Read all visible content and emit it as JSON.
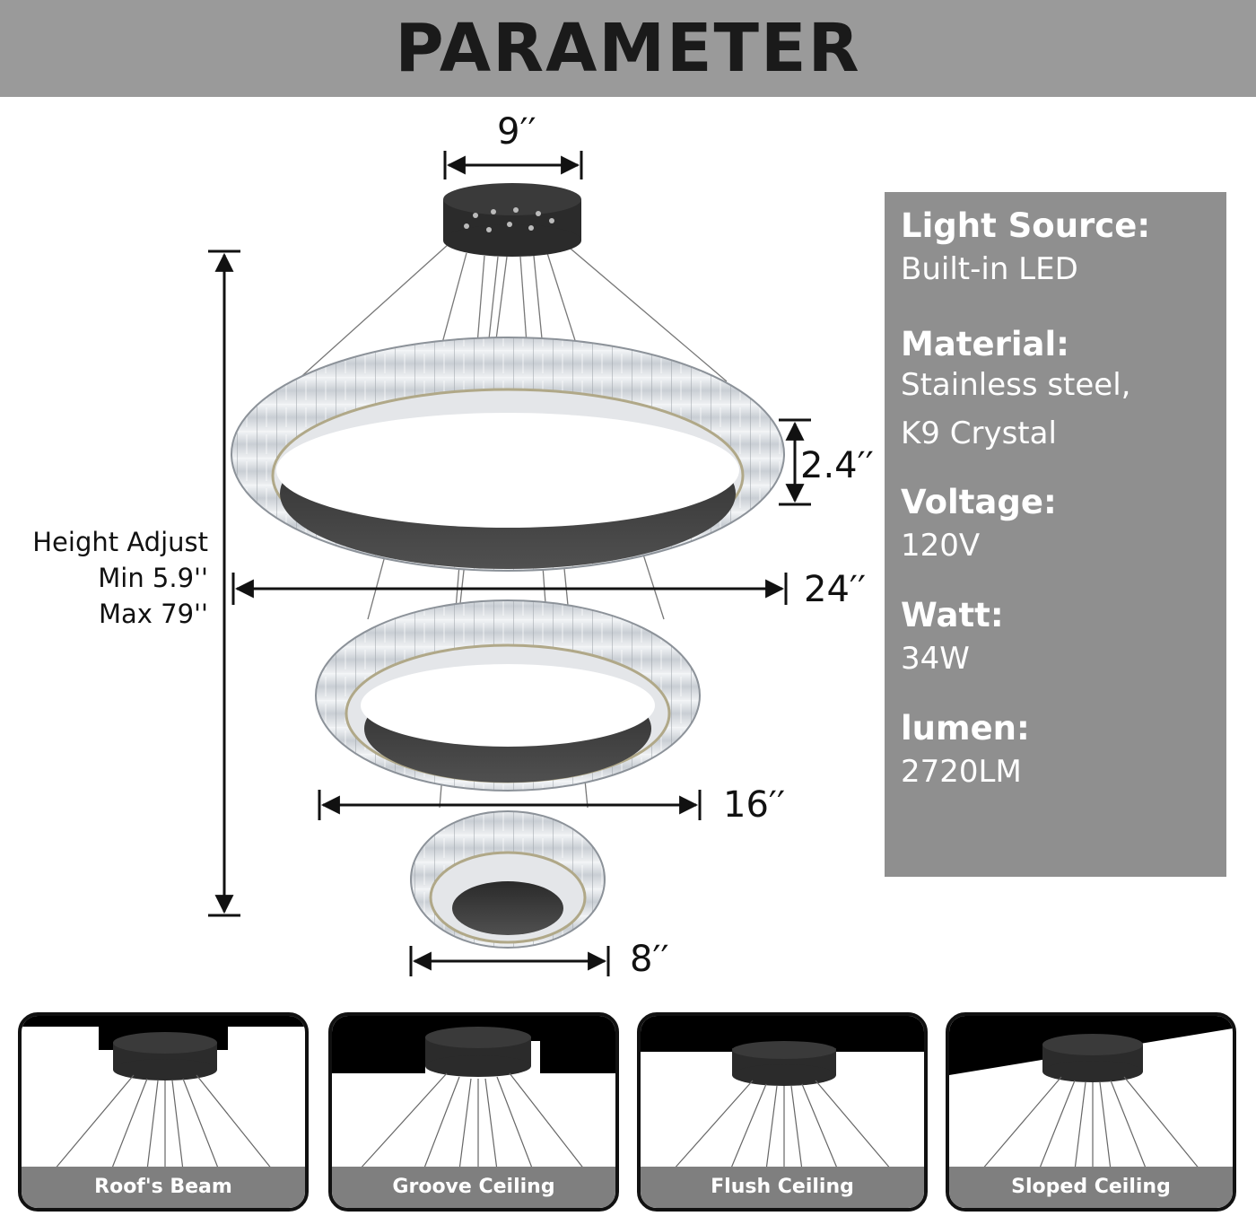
{
  "header": {
    "title": "PARAMETER"
  },
  "dimensions": {
    "canopy": "9′′",
    "ring_height": "2.4′′",
    "large_ring": "24′′",
    "medium_ring": "16′′",
    "small_ring": "8′′"
  },
  "height_adjust": {
    "line1": "Height Adjust",
    "line2": "Min 5.9''",
    "line3": "Max 79''"
  },
  "specs": [
    {
      "label": "Light Source:",
      "value": "Built-in LED"
    },
    {
      "label": "Material:",
      "value": "Stainless steel,\nK9 Crystal"
    },
    {
      "label": "Voltage:",
      "value": "120V"
    },
    {
      "label": "Watt:",
      "value": "34W"
    },
    {
      "label": "lumen:",
      "value": "2720LM"
    }
  ],
  "mounting": [
    {
      "caption": "Roof's Beam"
    },
    {
      "caption": "Groove Ceiling"
    },
    {
      "caption": "Flush Ceiling"
    },
    {
      "caption": "Sloped Ceiling"
    }
  ],
  "colors": {
    "header_bg": "#9a9a9a",
    "panel_bg": "#8f8f8f",
    "caption_bg": "#7f7f7f"
  }
}
